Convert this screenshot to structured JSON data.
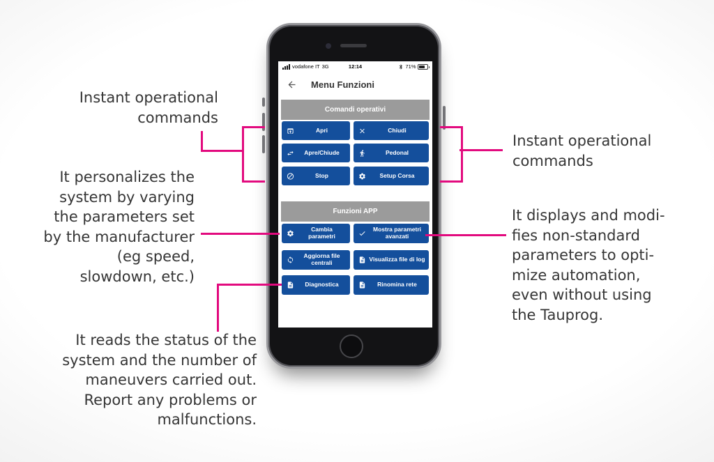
{
  "colors": {
    "accent_pink": "#e20a7e",
    "button_blue": "#144f9c",
    "section_gray": "#9b9b9b"
  },
  "phone": {
    "statusbar": {
      "signal_icon": "signal-bars-icon",
      "carrier": "vodafone IT",
      "network": "3G",
      "time": "12:14",
      "bluetooth_icon": "bluetooth-icon",
      "battery_percent": "71%",
      "battery_icon": "battery-icon"
    },
    "header": {
      "back_icon": "back-arrow-icon",
      "title": "Menu Funzioni"
    },
    "sections": [
      {
        "header": "Comandi operativi",
        "buttons": [
          {
            "icon": "open-icon",
            "label": "Apri"
          },
          {
            "icon": "close-icon",
            "label": "Chiudi"
          },
          {
            "icon": "swap-arrows-icon",
            "label": "Apre/Chiude"
          },
          {
            "icon": "pedestrian-icon",
            "label": "Pedonal"
          },
          {
            "icon": "block-icon",
            "label": "Stop"
          },
          {
            "icon": "gear-icon",
            "label": "Setup Corsa"
          }
        ]
      },
      {
        "header": "Funzioni APP",
        "buttons": [
          {
            "icon": "gear-icon",
            "label": "Cambia parametri"
          },
          {
            "icon": "check-icon",
            "label": "Mostra parametri avanzati"
          },
          {
            "icon": "sync-icon",
            "label": "Aggiorna file centrali"
          },
          {
            "icon": "document-icon",
            "label": "Visualizza file di log"
          },
          {
            "icon": "document-icon",
            "label": "Diagnostica"
          },
          {
            "icon": "document-icon",
            "label": "Rinomina rete"
          }
        ]
      }
    ]
  },
  "annotations": {
    "left_top": "Instant operational\ncommands",
    "left_mid": "It personalizes the\nsystem by varying\nthe parameters set\nby the manufacturer\n(eg speed,\nslowdown, etc.)",
    "left_bottom": "It reads the status of the\nsystem and the number of\nmaneuvers carried out.\nReport any problems or\nmalfunctions.",
    "right_top": "Instant operational\ncommands",
    "right_bottom": "It displays and modi-\nfies non-standard\nparameters to opti-\nmize automation,\neven without using\nthe Tauprog."
  }
}
